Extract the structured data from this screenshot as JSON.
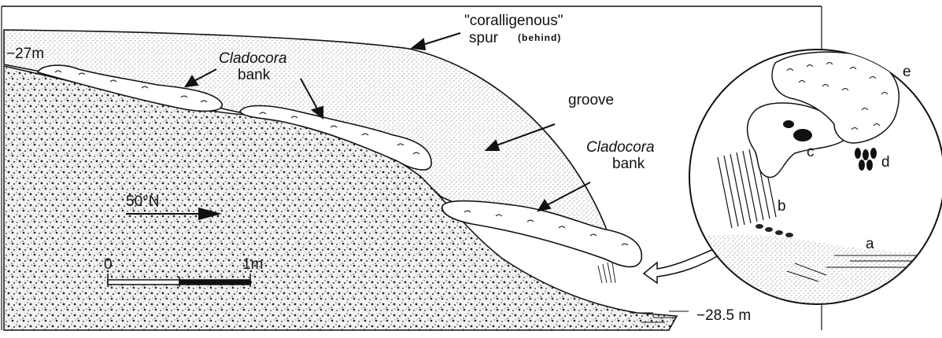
{
  "labels": {
    "depth_top": "−27m",
    "depth_bottom": "−28.5 m",
    "coralligenous_line1": "\"coralligenous\"",
    "coralligenous_line2": "spur",
    "behind": "(behind)",
    "cladocora_left_1": "Cladocora",
    "cladocora_left_2": "bank",
    "groove": "groove",
    "cladocora_right_1": "Cladocora",
    "cladocora_right_2": "bank",
    "direction": "50°N",
    "scale_zero": "0",
    "scale_one": "1m"
  },
  "inset_labels": {
    "a": "a",
    "b": "b",
    "c": "c",
    "d": "d",
    "e": "e"
  }
}
